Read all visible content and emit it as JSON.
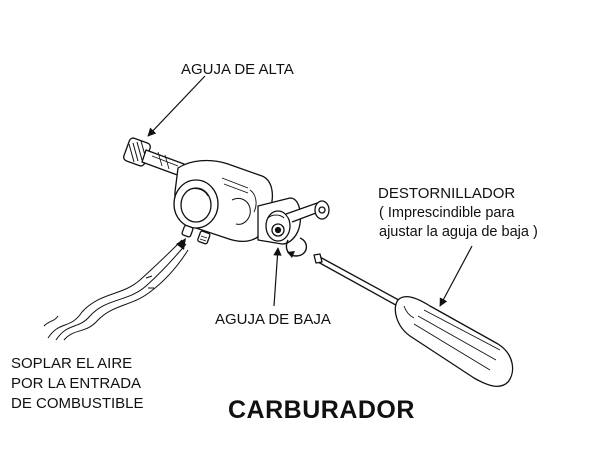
{
  "labels": {
    "aguja_alta": "AGUJA DE ALTA",
    "aguja_baja": "AGUJA DE BAJA",
    "destornillador": "DESTORNILLADOR",
    "destornillador_note_1": "( Imprescindible para",
    "destornillador_note_2": "ajustar la aguja de baja )",
    "soplar_1": "SOPLAR EL AIRE",
    "soplar_2": "POR LA ENTRADA",
    "soplar_3": "DE COMBUSTIBLE"
  },
  "title": "CARBURADOR",
  "colors": {
    "ink": "#111111",
    "background": "#ffffff"
  }
}
